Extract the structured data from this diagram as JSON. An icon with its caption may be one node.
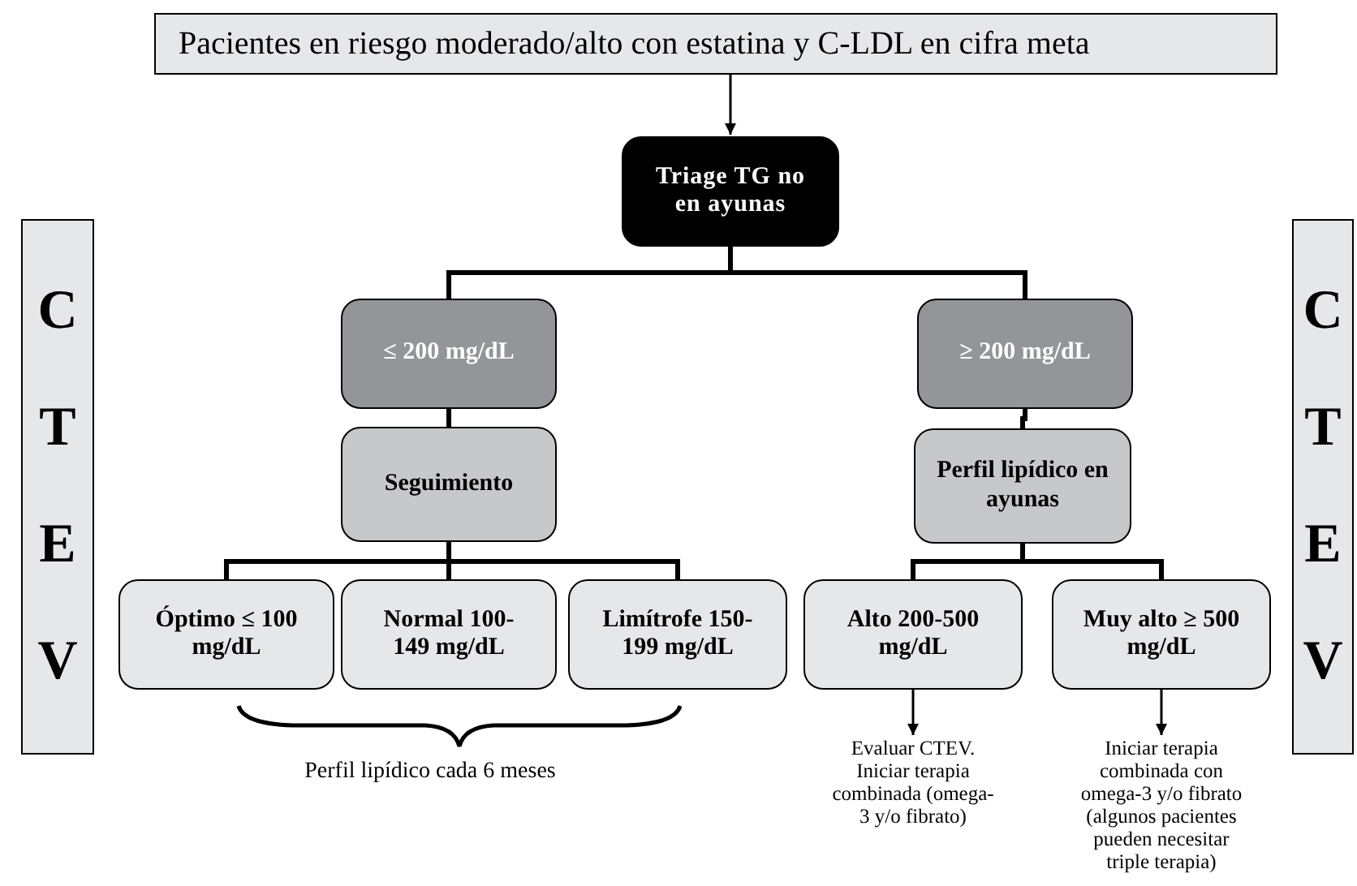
{
  "diagram": {
    "nodes": [
      {
        "text": [
          "Pacientes en riesgo moderado/alto con estatina y C-LDL en cifra meta"
        ]
      },
      {
        "text": [
          "Triage TG no en ayunas"
        ]
      },
      {
        "text": [
          "≤ 200 mg/dL"
        ]
      },
      {
        "text": [
          "≥ 200 mg/dL"
        ]
      },
      {
        "text": [
          "Seguimiento"
        ]
      },
      {
        "text": [
          "Perfil lipídico en ayunas"
        ]
      },
      {
        "text": [
          "Óptimo ≤ 100 mg/dL"
        ]
      },
      {
        "text": [
          "Normal 100-149 mg/dL"
        ]
      },
      {
        "text": [
          "Limítrofe 150-199 mg/dL"
        ]
      },
      {
        "text": [
          "Alto 200-500 mg/dL"
        ]
      },
      {
        "text": [
          "Muy alto ≥ 500 mg/dL"
        ]
      },
      {
        "text": [
          "Evaluar CTEV. Iniciar terapia combinada (omega-3 y/o fibrato)"
        ]
      },
      {
        "text": [
          "Iniciar terapia combinada con omega-3 y/o fibrato (algunos pacientes pueden necesitar triple terapia)"
        ]
      },
      {
        "text": [
          "C",
          "T",
          "E",
          "V"
        ]
      },
      {
        "text": [
          "C",
          "T",
          "E",
          "V"
        ]
      }
    ],
    "edges": [
      {
        "from": 0,
        "to": 1,
        "arrow": "to"
      },
      {
        "from": 1,
        "to": 2,
        "arrow": "none"
      },
      {
        "from": 1,
        "to": 3,
        "arrow": "none"
      },
      {
        "from": 2,
        "to": 4,
        "arrow": "none"
      },
      {
        "from": 3,
        "to": 5,
        "arrow": "none"
      },
      {
        "from": 4,
        "to": 6,
        "arrow": "none"
      },
      {
        "from": 4,
        "to": 7,
        "arrow": "none"
      },
      {
        "from": 4,
        "to": 8,
        "arrow": "none"
      },
      {
        "from": 5,
        "to": 9,
        "arrow": "none"
      },
      {
        "from": 5,
        "to": 10,
        "arrow": "none"
      },
      {
        "from": 9,
        "to": 11,
        "arrow": "to"
      },
      {
        "from": 10,
        "to": 12,
        "arrow": "to"
      }
    ],
    "labels": [
      "Perfil lipídico cada 6 meses"
    ]
  }
}
